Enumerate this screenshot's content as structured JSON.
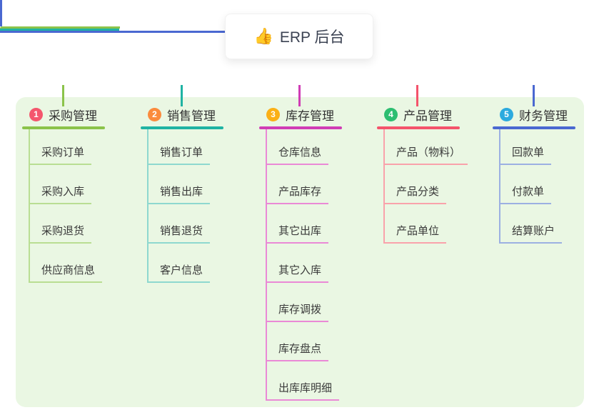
{
  "root": {
    "label": "ERP 后台",
    "icon": "thumbs-up",
    "emoji": "👍"
  },
  "colors": {
    "panel_background": "#eaf7e3",
    "trunk_blue": "#4a68d1"
  },
  "branches": [
    {
      "index": "1",
      "label": "采购管理",
      "color": "#8bc34a",
      "color_light": "#b9de93",
      "badge_color": "#f4566d",
      "children": [
        "采购订单",
        "采购入库",
        "采购退货",
        "供应商信息"
      ]
    },
    {
      "index": "2",
      "label": "销售管理",
      "color": "#1fb3a3",
      "color_light": "#8ed8cf",
      "badge_color": "#fb8b3d",
      "children": [
        "销售订单",
        "销售出库",
        "销售退货",
        "客户信息"
      ]
    },
    {
      "index": "3",
      "label": "库存管理",
      "color": "#d03cb5",
      "color_light": "#ea89d6",
      "badge_color": "#fbb016",
      "children": [
        "仓库信息",
        "产品库存",
        "其它出库",
        "其它入库",
        "库存调拨",
        "库存盘点",
        "出库库明细"
      ]
    },
    {
      "index": "4",
      "label": "产品管理",
      "color": "#f4536b",
      "color_light": "#f9a2ab",
      "badge_color": "#2dbe71",
      "children": [
        "产品（物料）",
        "产品分类",
        "产品单位"
      ]
    },
    {
      "index": "5",
      "label": "财务管理",
      "color": "#4a68d1",
      "color_light": "#9cb0e2",
      "badge_color": "#2caade",
      "children": [
        "回款单",
        "付款单",
        "结算账户"
      ]
    }
  ]
}
